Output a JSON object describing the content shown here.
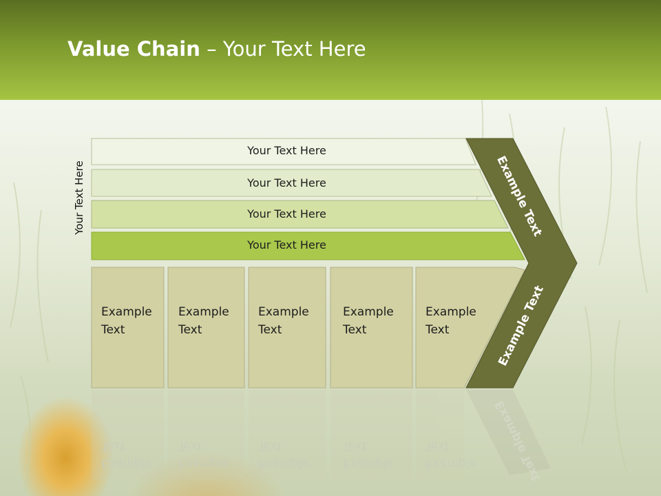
{
  "title": {
    "bold": "Value Chain",
    "rest": " – Your Text Here"
  },
  "side_label": "Your Text Here",
  "bars": [
    {
      "label": "Your Text Here",
      "color": "#f0f4e4"
    },
    {
      "label": "Your Text Here",
      "color": "#e2eccc"
    },
    {
      "label": "Your Text Here",
      "color": "#d3e1a4"
    },
    {
      "label": "Your Text Here",
      "color": "#a9c84c"
    }
  ],
  "cells": [
    {
      "line1": "Example",
      "line2": "Text"
    },
    {
      "line1": "Example",
      "line2": "Text"
    },
    {
      "line1": "Example",
      "line2": "Text"
    },
    {
      "line1": "Example",
      "line2": "Text"
    },
    {
      "line1": "Example",
      "line2": "Text"
    }
  ],
  "chevron": {
    "upper": "Example Text",
    "lower": "Example Text",
    "color": "#6b6f38"
  },
  "colors": {
    "cell_fill": "#d2d1a3",
    "cell_border": "#b2b088"
  }
}
